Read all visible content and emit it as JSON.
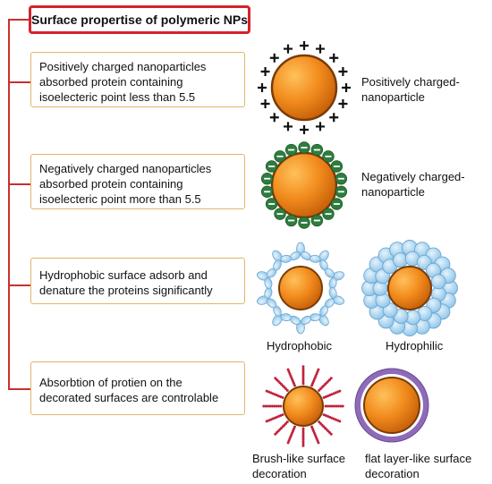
{
  "title": "Surface propertise of polymeric NPs",
  "rows": [
    {
      "text_lines": [
        "Positively charged nanoparticles",
        "absorbed protein containing",
        "isoelecteric point less than 5.5"
      ],
      "labels": [
        {
          "lines": [
            "Positively charged-",
            "nanoparticle"
          ]
        }
      ]
    },
    {
      "text_lines": [
        "Negatively charged nanoparticles",
        "absorbed protein containing",
        "isoelecteric point more than 5.5"
      ],
      "labels": [
        {
          "lines": [
            "Negatively charged-",
            "nanoparticle"
          ]
        }
      ]
    },
    {
      "text_lines": [
        "Hydrophobic surface adsorb and",
        "denature the proteins significantly"
      ],
      "labels": [
        {
          "lines": [
            "Hydrophobic"
          ]
        },
        {
          "lines": [
            "Hydrophilic"
          ]
        }
      ]
    },
    {
      "text_lines": [
        "Absorbtion of protien on the",
        "decorated surfaces are controlable"
      ],
      "labels": [
        {
          "lines": [
            "Brush-like surface",
            "decoration"
          ]
        },
        {
          "lines": [
            "flat layer-like surface",
            "decoration"
          ]
        }
      ]
    }
  ],
  "colors": {
    "title_border": "#d3232a",
    "connector": "#c8302e",
    "card_border": "#e0b76a",
    "particle_orange": "#f28c1e",
    "particle_outline": "#7a3c08",
    "negative_green": "#2e7d3e",
    "protein_blue": "#a9d3ef",
    "brush_red": "#c0233e",
    "flat_layer_purple": "#8e6ab8"
  },
  "icons": [
    "plus-sign",
    "minus-sign",
    "protein-cluster",
    "brush-chain"
  ]
}
